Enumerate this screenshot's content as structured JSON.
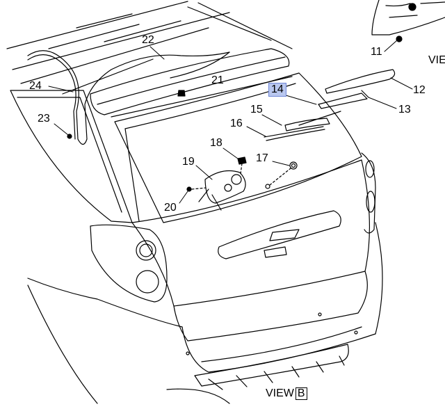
{
  "callouts": {
    "c11": "11",
    "c12": "12",
    "c13": "13",
    "c14": "14",
    "c15": "15",
    "c16": "16",
    "c17": "17",
    "c18": "18",
    "c19": "19",
    "c20": "20",
    "c21": "21",
    "c22": "22",
    "c23": "23",
    "c24": "24"
  },
  "view_label": {
    "prefix": "VIEW",
    "letter": "B"
  },
  "partial_view_text": "VIE",
  "highlight_color": "#b9c7ef"
}
